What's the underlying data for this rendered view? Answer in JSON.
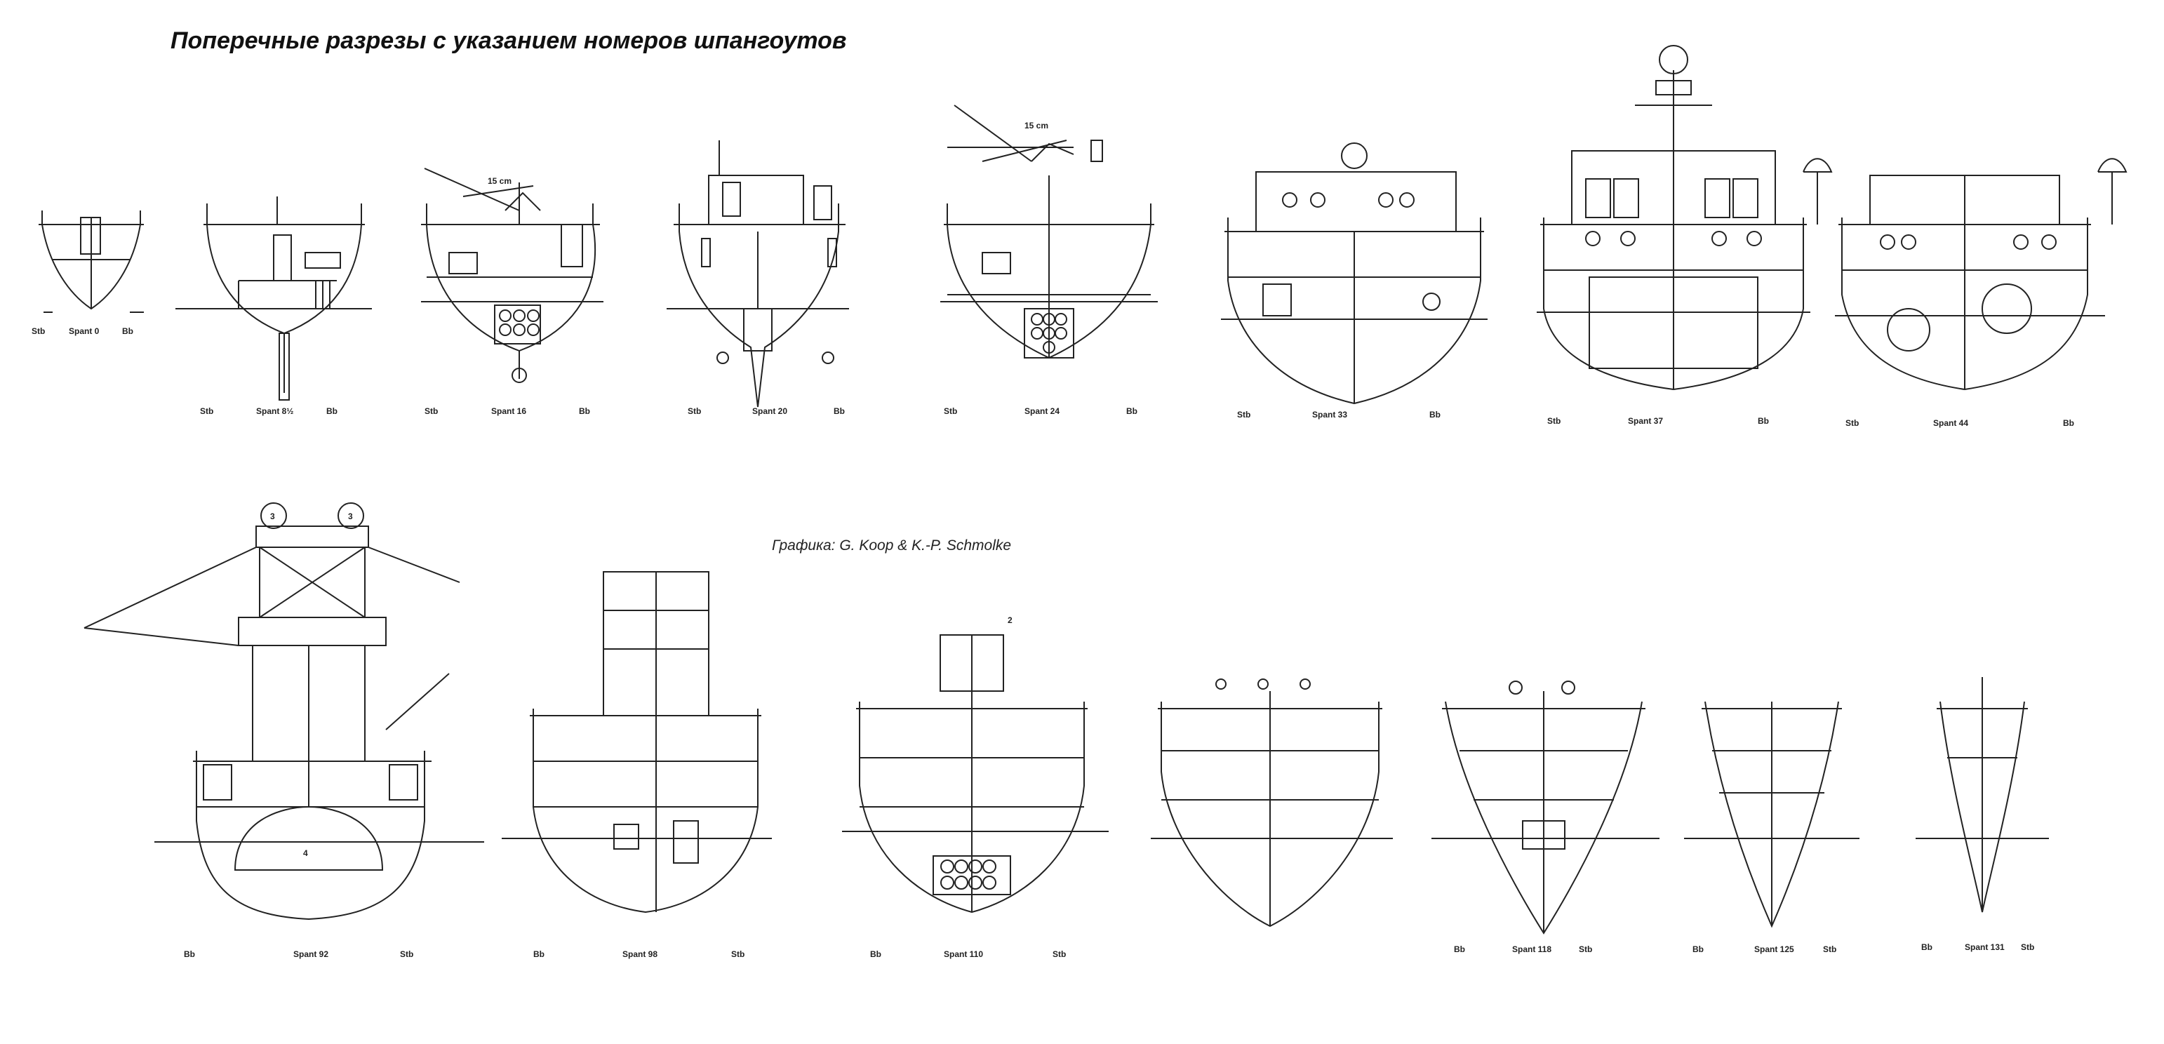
{
  "header": {
    "title": "Поперечные разрезы с указанием номеров шпангоутов"
  },
  "credit": "Графика: G. Koop & K.-P. Schmolke",
  "rows": [
    {
      "sections": [
        {
          "left": "Stb",
          "frame": "Spant 0",
          "right": "Bb"
        },
        {
          "left": "Stb",
          "frame": "Spant 8½",
          "right": "Bb"
        },
        {
          "left": "Stb",
          "frame": "Spant 16",
          "right": "Bb",
          "gun": "15 cm"
        },
        {
          "left": "Stb",
          "frame": "Spant 20",
          "right": "Bb"
        },
        {
          "left": "Stb",
          "frame": "Spant 24",
          "right": "Bb",
          "gun": "15 cm"
        },
        {
          "left": "Stb",
          "frame": "Spant 33",
          "right": "Bb"
        },
        {
          "left": "Stb",
          "frame": "Spant 37",
          "right": "Bb"
        },
        {
          "left": "Stb",
          "frame": "Spant 44",
          "right": "Bb"
        }
      ]
    },
    {
      "sections": [
        {
          "left": "Bb",
          "frame": "Spant 92",
          "right": "Stb",
          "mark_a": "3",
          "mark_b": "3",
          "mark_c": "4"
        },
        {
          "left": "Bb",
          "frame": "Spant 98",
          "right": "Stb"
        },
        {
          "left": "Bb",
          "frame": "Spant 110",
          "right": "Stb",
          "mark_a": "2"
        },
        {
          "left": "",
          "frame": "",
          "right": ""
        },
        {
          "left": "Bb",
          "frame": "Spant 118",
          "right": "Stb"
        },
        {
          "left": "Bb",
          "frame": "Spant 125",
          "right": "Stb"
        },
        {
          "left": "Bb",
          "frame": "Spant 131",
          "right": "Stb"
        }
      ]
    }
  ]
}
